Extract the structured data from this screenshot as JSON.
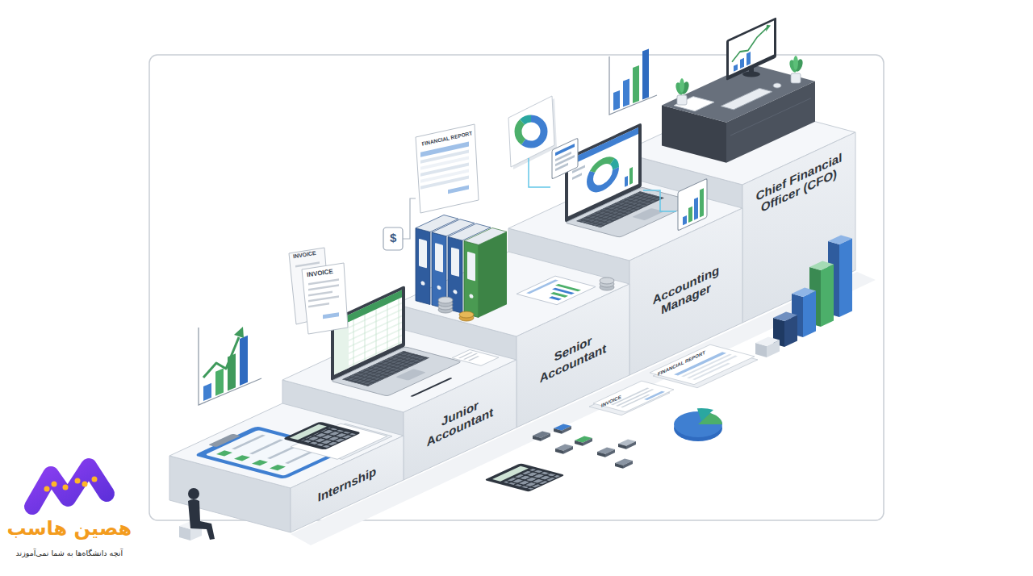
{
  "diagram": {
    "nodes": [
      {
        "text": [
          "Internship"
        ]
      },
      {
        "text": [
          "Junior Accountant"
        ]
      },
      {
        "text": [
          "Senior Accountant"
        ]
      },
      {
        "text": [
          "Accounting Manager"
        ]
      },
      {
        "text": [
          "Chief Financial Officer (CFO)"
        ]
      }
    ],
    "labels": [
      "INVOICE",
      "INVOICE",
      "$",
      "FINANCIAL REPORT",
      "FINANCIAL REPORT",
      "INVOICE",
      "هصین هاسب",
      "آنچه دانشگاه‌ها به شما نمی‌آموزند"
    ]
  }
}
